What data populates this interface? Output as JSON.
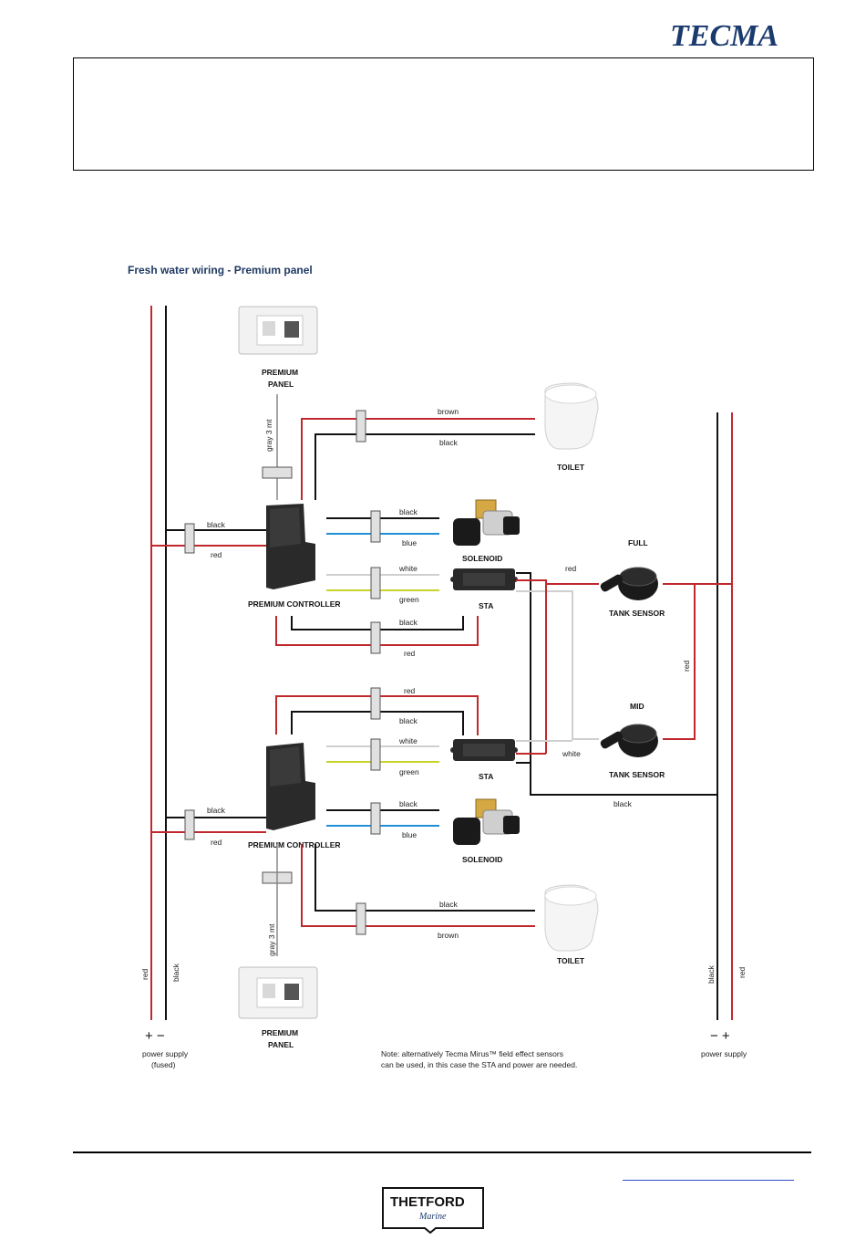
{
  "header": {
    "brand": "TECMA"
  },
  "diagram": {
    "title": "Fresh water wiring - Premium panel",
    "components": {
      "premium_panel": "PREMIUM PANEL",
      "premium_panel_l1": "PREMIUM",
      "premium_panel_l2": "PANEL",
      "premium_controller": "PREMIUM CONTROLLER",
      "toilet": "TOILET",
      "solenoid": "SOLENOID",
      "sta": "STA",
      "tank_sensor": "TANK SENSOR",
      "full": "FULL",
      "mid": "MID"
    },
    "wires": {
      "black": "black",
      "red": "red",
      "brown": "brown",
      "blue": "blue",
      "white": "white",
      "green": "green",
      "gray_3mt": "gray 3 mt"
    },
    "power": {
      "left_symbols": "+ −",
      "left_label_l1": "power supply",
      "left_label_l2": "(fused)",
      "right_symbols": "− +",
      "right_label": "power supply"
    },
    "note_l1": "Note: alternatively Tecma Mirus™ field effect sensors",
    "note_l2": "can be used, in this case the STA and power are needed."
  },
  "footer": {
    "brand": "THETFORD",
    "sub": "Marine"
  },
  "colors": {
    "red_wire": "#c0282d",
    "black_wire": "#111111",
    "blue_wire": "#1e8fd6",
    "green_wire": "#c7d42a",
    "white_wire": "#cfcfcf",
    "gray_wire": "#888888",
    "brand_blue": "#1b3a6e"
  }
}
